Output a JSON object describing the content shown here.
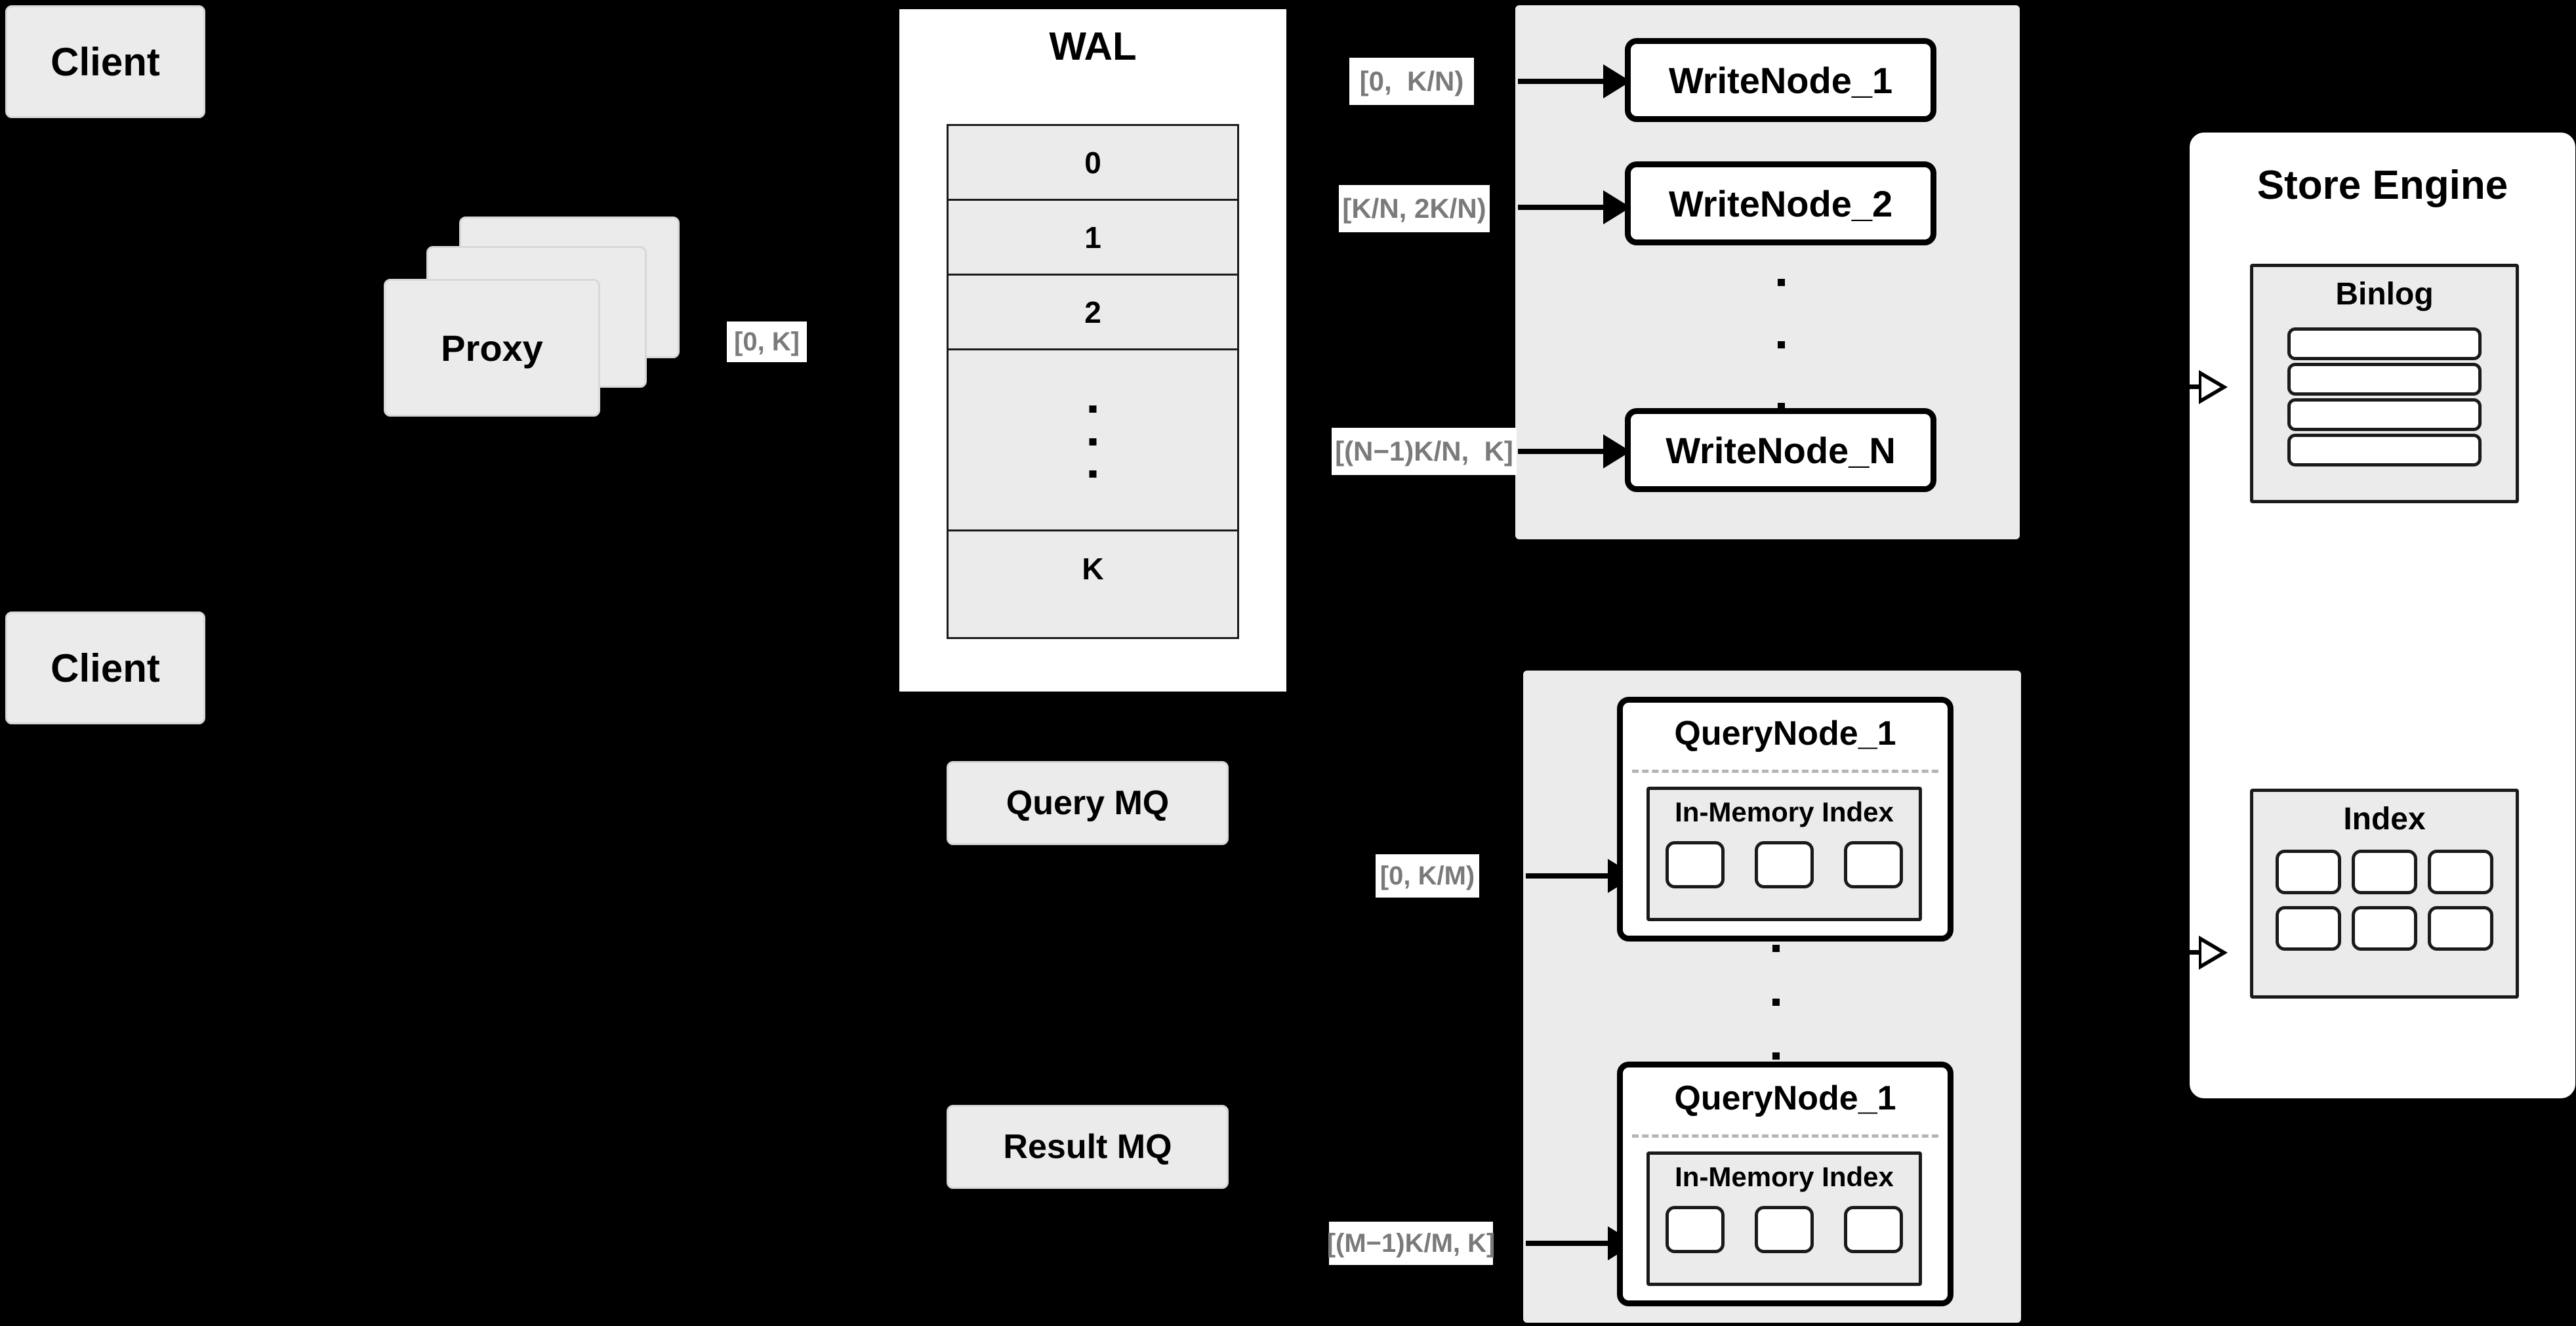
{
  "diagram": {
    "title": "Distributed write/query architecture",
    "background_color": "#000000",
    "card_fill": "#ebebeb",
    "white_fill": "#ffffff",
    "stroke_color": "#000000",
    "label_text_color": "#7a7a7a"
  },
  "clients": [
    {
      "label": "Client"
    },
    {
      "label": "Client"
    }
  ],
  "proxy": {
    "label": "Proxy",
    "stack_count": 3
  },
  "wal": {
    "title": "WAL",
    "rows": [
      "0",
      "1",
      "2",
      "",
      "K"
    ],
    "ellipsis_row_index": 3,
    "ellipsis_dots": 3
  },
  "edge_labels": {
    "proxy_to_wal": "[0, K]",
    "wal_to_writenode_1": "[0,  K/N)",
    "wal_to_writenode_2": "[K/N, 2K/N)",
    "wal_to_writenode_n": "[(N−1)K/N,  K]",
    "mq_to_querynode_1": "[0, K/M)",
    "mq_to_querynode_m": "[(M−1)K/M, K]"
  },
  "write_group": {
    "nodes": [
      {
        "label": "WriteNode_1"
      },
      {
        "label": "WriteNode_2"
      },
      {
        "label": "WriteNode_N"
      }
    ],
    "ellipsis_dots": 3
  },
  "message_queues": [
    {
      "label": "Query MQ"
    },
    {
      "label": "Result MQ"
    }
  ],
  "query_group": {
    "nodes": [
      {
        "label": "QueryNode_1",
        "index": {
          "label": "In-Memory Index",
          "segments": 3
        }
      },
      {
        "label": "QueryNode_1",
        "index": {
          "label": "In-Memory Index",
          "segments": 3
        }
      }
    ],
    "ellipsis_dots": 3
  },
  "store_engine": {
    "title": "Store Engine",
    "binlog": {
      "label": "Binlog",
      "entries": 4
    },
    "index": {
      "label": "Index",
      "rows": 2,
      "cols": 3,
      "cells": 6
    }
  }
}
